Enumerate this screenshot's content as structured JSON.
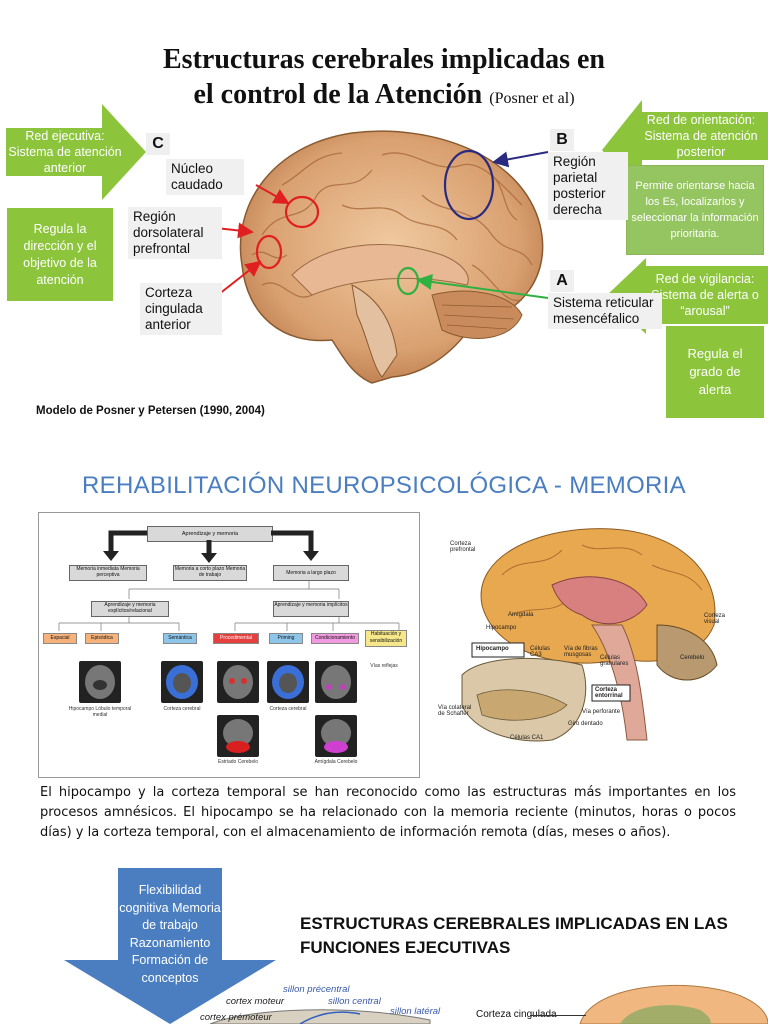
{
  "title": {
    "line1": "Estructuras cerebrales implicadas en",
    "line2": "el control de la Atención",
    "citation": "(Posner et al)"
  },
  "attention": {
    "exec_net": "Red ejecutiva: Sistema de atención anterior",
    "exec_desc": "Regula la dirección y el objetivo de la atención",
    "orient_net": "Red de orientación: Sistema de atención posterior",
    "orient_desc": "Permite orientarse hacia los Es, localizarlos y seleccionar la información prioritaria.",
    "vigil_net": "Red de vigilancia: Sistema de alerta o “arousal”",
    "vigil_desc": "Regula el grado de alerta",
    "letter_c": "C",
    "letter_b": "B",
    "letter_a": "A",
    "label_nucleo": "Núcleo caudado",
    "label_dlpf": "Región dorsolateral prefrontal",
    "label_cingulada": "Corteza cingulada anterior",
    "label_parietal": "Región parietal posterior derecha",
    "label_reticular": "Sistema reticular mesencéfalico",
    "caption": "Modelo de Posner y Petersen (1990, 2004)"
  },
  "memory": {
    "heading": "REHABILITACIÓN NEUROPSICOLÓGICA - MEMORIA",
    "fc_top": "Aprendizaje y memoria",
    "fc_l1": "Memoria inmediata Memoria perceptiva",
    "fc_l2": "Memoria a corto plazo Memoria de trabajo",
    "fc_l3": "Memoria a largo plazo",
    "fc_exp": "Aprendizaje y memoria explícitos/relacional",
    "fc_imp": "Aprendizaje y memoria implícitos",
    "cats": [
      "Espacial",
      "Episódica",
      "Semántica",
      "Procedimental",
      "Priming",
      "Condicionamiento",
      "Habituación y sensibilización"
    ],
    "cap_hipo": "Hipocampo Lóbulo temporal medial",
    "cap_cortex": "Corteza cerebral",
    "cap_cortex2": "Corteza cerebral",
    "cap_reflejas": "Vías reflejas",
    "cap_estriado": "Estriado Cerebelo",
    "cap_amigdala": "Amígdala Cerebelo",
    "anat_labels": [
      "Corteza prefrontal",
      "Amígdala",
      "Hipocampo",
      "Corteza visual",
      "Cerebelo",
      "Hipocampo",
      "Células CA3",
      "Vía de fibras musgosas",
      "Células granulares",
      "Corteza entorrinal",
      "Vía colateral de Schaffer",
      "Vía perforante",
      "Giro dentado",
      "Células CA1"
    ],
    "paragraph": "El hipocampo y la corteza temporal se han reconocido como las estructuras más importantes en los procesos amnésicos. El hipocampo se ha relacionado con la memoria reciente (minutos, horas o pocos días) y la corteza temporal, con el almacenamiento de información remota (días, meses o años)."
  },
  "exec": {
    "arrow_text": "Flexibilidad cognitiva Memoria de trabajo Razonamiento Formación de conceptos",
    "heading": "ESTRUCTURAS CEREBRALES IMPLICADAS EN LAS FUNCIONES EJECUTIVAS",
    "fr_labels": [
      "sillon précentral",
      "cortex moteur",
      "sillon central",
      "cortex prémoteur",
      "sillon latéral"
    ],
    "label_cingulada": "Corteza cingulada"
  },
  "colors": {
    "green": "#8cc43c",
    "heading_blue": "#4a7ec0",
    "arrow_blue": "#4a7ec0",
    "circle_red": "#e02020",
    "circle_navy": "#2a2a80",
    "circle_green": "#30b040"
  }
}
